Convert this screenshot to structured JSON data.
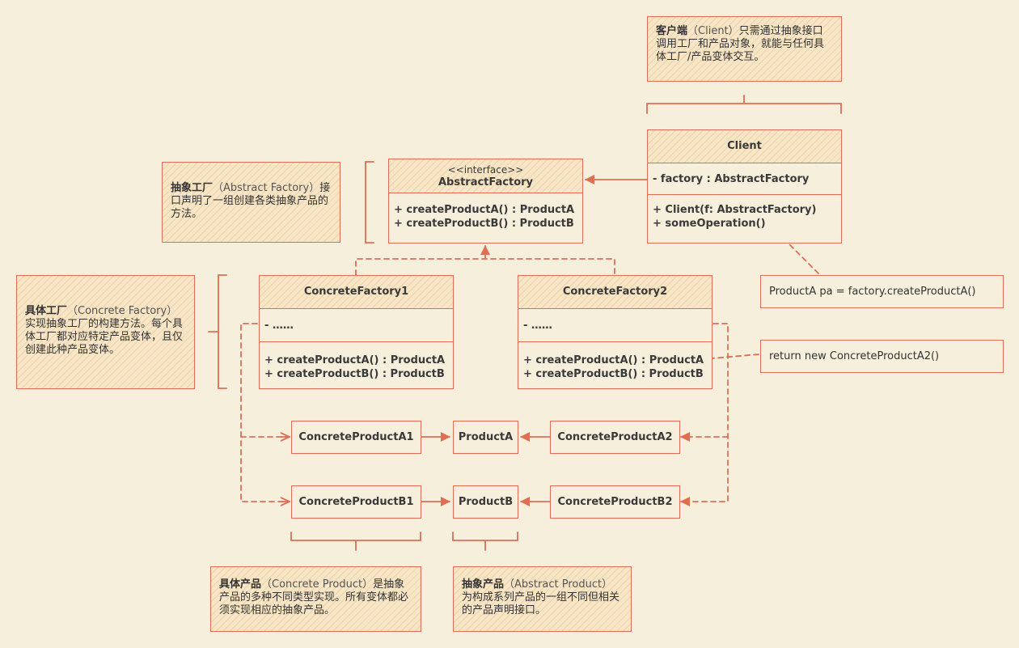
{
  "notes": {
    "client": {
      "title": "客户端",
      "sub": "（Client）",
      "text": "只需通过抽象接口调用工厂和产品对象，就能与任何具体工厂/产品变体交互。"
    },
    "abstract_factory": {
      "title": "抽象工厂",
      "sub": "（Abstract Factory）",
      "text": "接口声明了一组创建各类抽象产品的方法。"
    },
    "concrete_factory": {
      "title": "具体工厂",
      "sub": "（Concrete Factory）",
      "text": "实现抽象工厂的构建方法。每个具体工厂都对应特定产品变体，且仅创建此种产品变体。"
    },
    "concrete_product": {
      "title": "具体产品",
      "sub": "（Concrete Product）",
      "text": "是抽象产品的多种不同类型实现。所有变体都必须实现相应的抽象产品。"
    },
    "abstract_product": {
      "title": "抽象产品",
      "sub": "（Abstract Product）",
      "text": "为构成系列产品的一组不同但相关的产品声明接口。"
    }
  },
  "classes": {
    "client": {
      "name": "Client",
      "fields": [
        "- factory : AbstractFactory"
      ],
      "methods": [
        "+ Client(f: AbstractFactory)",
        "+ someOperation()"
      ]
    },
    "abstract_factory": {
      "stereotype": "<<interface>>",
      "name": "AbstractFactory",
      "methods": [
        "+ createProductA() : ProductA",
        "+ createProductB() : ProductB"
      ]
    },
    "concrete_factory1": {
      "name": "ConcreteFactory1",
      "fields": [
        "- ……"
      ],
      "methods": [
        "+ createProductA() : ProductA",
        "+ createProductB() : ProductB"
      ]
    },
    "concrete_factory2": {
      "name": "ConcreteFactory2",
      "fields": [
        "- ……"
      ],
      "methods": [
        "+ createProductA() : ProductA",
        "+ createProductB() : ProductB"
      ]
    }
  },
  "code_notes": {
    "client_op": "ProductA pa = factory.createProductA()",
    "factory2_op": "return new ConcreteProductA2()"
  },
  "products": {
    "a1": "ConcreteProductA1",
    "a": "ProductA",
    "a2": "ConcreteProductA2",
    "b1": "ConcreteProductB1",
    "b": "ProductB",
    "b2": "ConcreteProductB2"
  },
  "colors": {
    "stroke": "#e06e55",
    "background": "#f5efdc",
    "note_fill": "#f6e6c6",
    "text": "#333333"
  }
}
